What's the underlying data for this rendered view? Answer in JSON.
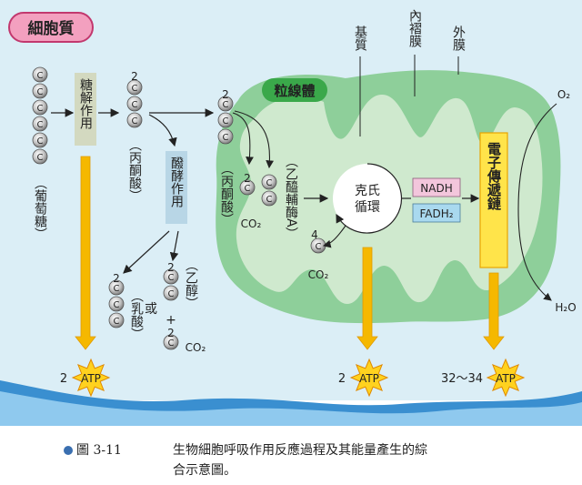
{
  "colors": {
    "cytoplasm": "#dbeef6",
    "mitochondrion": "#8ecf9a",
    "matrix": "#cfe9ce",
    "arrow": "#f5b800",
    "atp_star": "#ffd21f",
    "glycolysis_box": "#d3d9c0",
    "fermentation_box": "#b8d6e6",
    "nadh_box": "#f3c6dc",
    "fadh_box": "#a9d9ef",
    "etc_box": "#ffe44a",
    "label_badge": "#f3a0bf",
    "mito_badge": "#3aa84a"
  },
  "labels": {
    "cytoplasm": "細胞質",
    "mitochondrion": "粒線體",
    "matrix": "基質",
    "cristae": "內褶膜",
    "outer_membrane": "外膜",
    "glycolysis": "糖解作用",
    "fermentation": "醱酵作用",
    "glucose": "（葡萄糖）",
    "pyruvate_1": "（丙酮酸）",
    "pyruvate_2": "（丙酮酸）",
    "acetyl_coa": "（乙醯輔酶A）",
    "lactic_acid": "（乳酸）",
    "ethanol": "（乙醇）",
    "or": "或",
    "plus": "+",
    "krebs": "克氏循環",
    "nadh": "NADH",
    "fadh2": "FADH₂",
    "etc": "電子傳遞鏈",
    "o2": "O₂",
    "h2o": "H₂O",
    "co2_a": "CO₂",
    "co2_b": "CO₂",
    "co2_c": "CO₂",
    "atp_1": "ATP",
    "atp_2": "ATP",
    "atp_3": "ATP",
    "atp_count_1": "2",
    "atp_count_2": "2",
    "atp_count_3": "32～34",
    "n2_a": "2",
    "n2_b": "2",
    "n2_c": "2",
    "n2_d": "2",
    "n2_e": "2",
    "n2_f": "2",
    "n4": "4",
    "carbon": "C"
  },
  "caption": {
    "figure_no": "圖 3-11",
    "line1": "生物細胞呼吸作用反應過程及其能量產生的綜",
    "line2": "合示意圖。"
  }
}
